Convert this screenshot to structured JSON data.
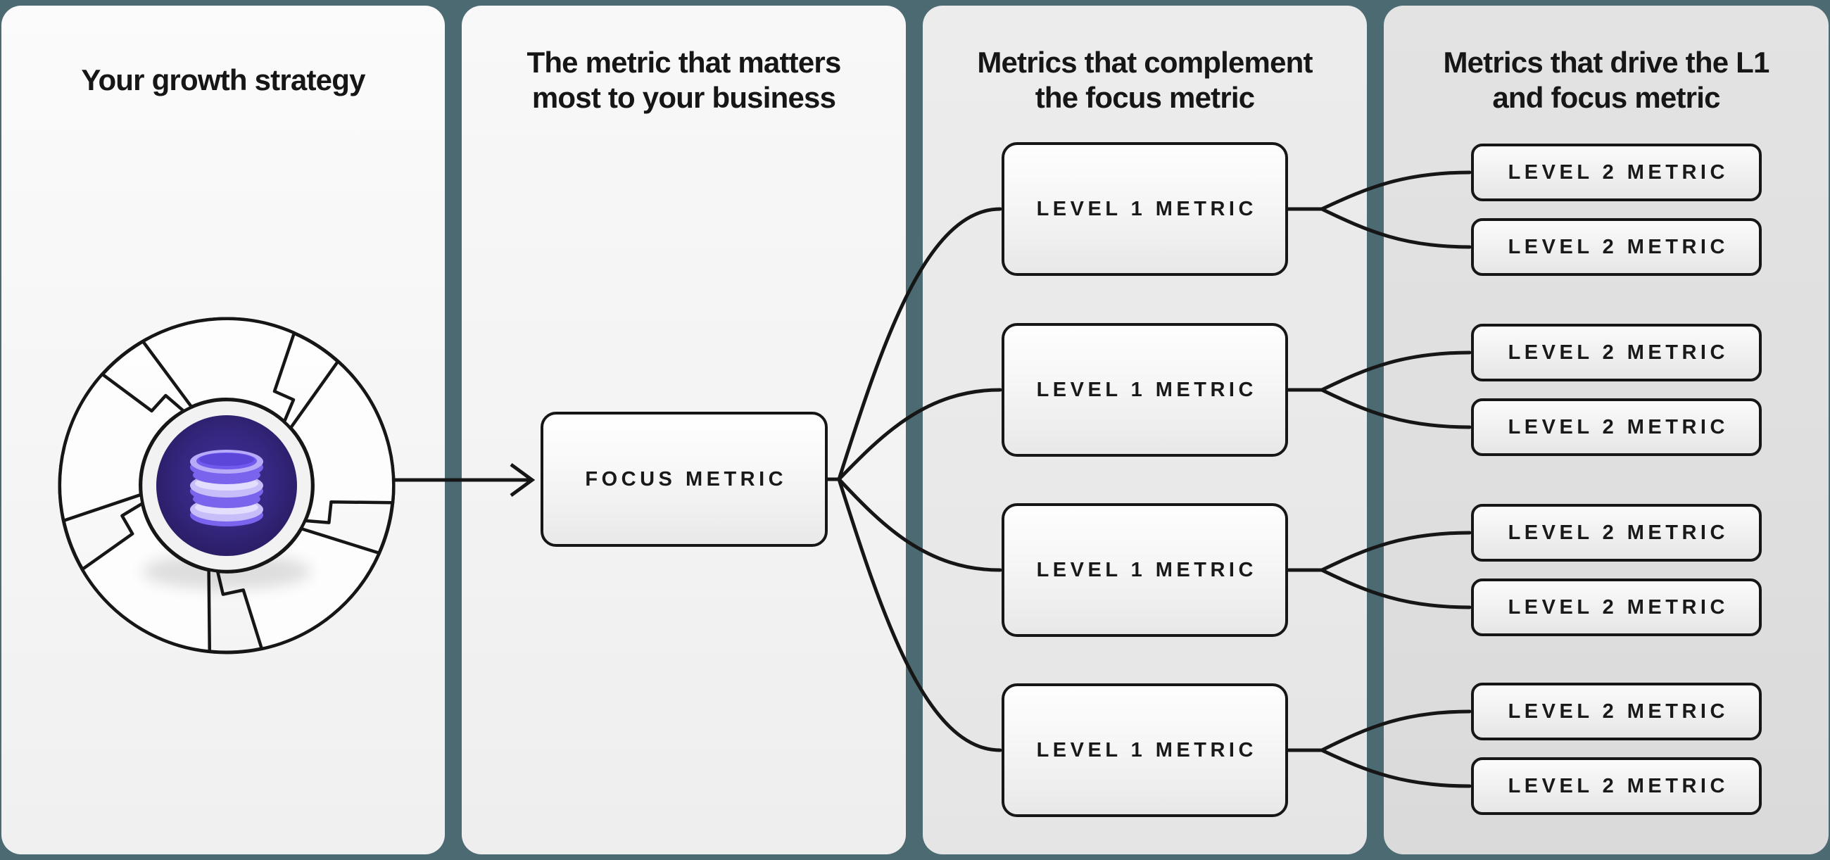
{
  "diagram": {
    "columns": [
      {
        "title_lines": [
          "Your growth strategy"
        ]
      },
      {
        "title_lines": [
          "The metric that matters",
          "most to your business"
        ]
      },
      {
        "title_lines": [
          "Metrics that complement",
          "the focus metric"
        ]
      },
      {
        "title_lines": [
          "Metrics that drive the L1",
          "and focus metric"
        ]
      }
    ],
    "focus_box": {
      "label": "FOCUS METRIC"
    },
    "level1_boxes": [
      {
        "label": "LEVEL 1 METRIC"
      },
      {
        "label": "LEVEL 1 METRIC"
      },
      {
        "label": "LEVEL 1 METRIC"
      },
      {
        "label": "LEVEL 1 METRIC"
      }
    ],
    "level2_boxes": [
      {
        "label": "LEVEL 2 METRIC"
      },
      {
        "label": "LEVEL 2 METRIC"
      },
      {
        "label": "LEVEL 2 METRIC"
      },
      {
        "label": "LEVEL 2 METRIC"
      },
      {
        "label": "LEVEL 2 METRIC"
      },
      {
        "label": "LEVEL 2 METRIC"
      },
      {
        "label": "LEVEL 2 METRIC"
      },
      {
        "label": "LEVEL 2 METRIC"
      }
    ],
    "icons": {
      "flywheel": "flywheel-icon",
      "database": "database-icon"
    },
    "colors": {
      "background_teal": "#4b6a72",
      "panel_light": "#f5f5f5",
      "panel_dark": "#dfdfdf",
      "line_black": "#161616",
      "disc_purple_dark": "#2a1c63",
      "disc_purple_mid": "#43309a",
      "db_lavender_light": "#e6e1fd",
      "db_lavender": "#c6bdf9",
      "db_purple": "#7a64ee"
    }
  }
}
